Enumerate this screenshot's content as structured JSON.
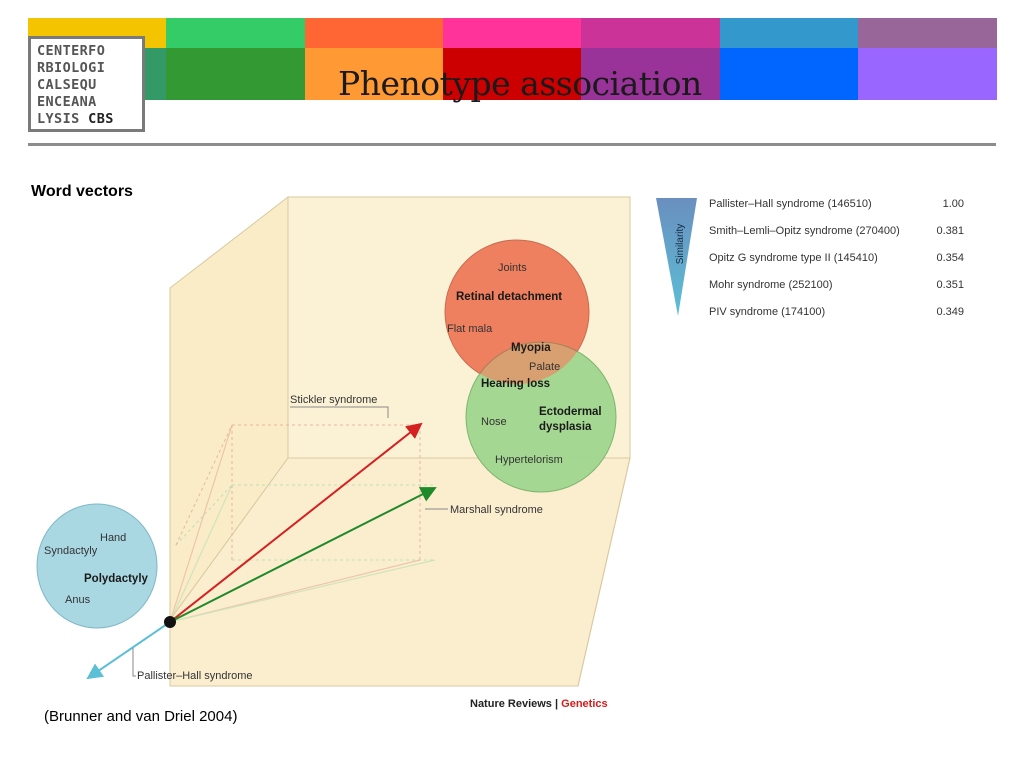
{
  "slide": {
    "title": "Phenotype association",
    "subtitle": "Word vectors",
    "citation": "(Brunner and van Driel 2004)",
    "logo": {
      "lines": [
        "CENTERFO",
        "RBIOLOGI",
        "CALSEQU",
        "ENCEANA",
        "LYSIS"
      ],
      "highlight": "CBS"
    },
    "color_bar": {
      "top_row": [
        "#f5c400",
        "#33cc66",
        "#ff6633",
        "#ff3399",
        "#cc3399",
        "#3399cc",
        "#996699"
      ],
      "bottom_row": [
        "#339966",
        "#339933",
        "#ff9933",
        "#cc0000",
        "#993399",
        "#0066ff",
        "#9966ff"
      ]
    }
  },
  "figure": {
    "credit": {
      "journal": "Nature Reviews",
      "section": "Genetics",
      "separator": "|"
    },
    "clusters": {
      "left": [
        "Hand",
        "Syndactyly",
        "Polydactyly",
        "Anus"
      ],
      "top": [
        "Joints",
        "Retinal detachment",
        "Flat mala"
      ],
      "overlap": [
        "Myopia",
        "Palate",
        "Hearing loss"
      ],
      "right": [
        "Nose",
        "Ectodermal",
        "dysplasia",
        "Hypertelorism"
      ]
    },
    "vectors": {
      "stickler": "Stickler syndrome",
      "marshall": "Marshall syndrome",
      "pallister": "Pallister–Hall syndrome"
    },
    "similarity_label": "Similarity",
    "colors": {
      "red_vector": "#d42020",
      "green_vector": "#1f8a2a",
      "blue_vector": "#5bbfd6",
      "top_circle": "#ee8060",
      "right_circle": "#9fd68e",
      "left_circle": "#a9d8e3"
    },
    "similarity_table": [
      {
        "name": "Pallister–Hall syndrome (146510)",
        "score": "1.00"
      },
      {
        "name": "Smith–Lemli–Opitz syndrome (270400)",
        "score": "0.381"
      },
      {
        "name": "Opitz G syndrome type II (145410)",
        "score": "0.354"
      },
      {
        "name": "Mohr syndrome (252100)",
        "score": "0.351"
      },
      {
        "name": "PIV syndrome (174100)",
        "score": "0.349"
      }
    ]
  }
}
